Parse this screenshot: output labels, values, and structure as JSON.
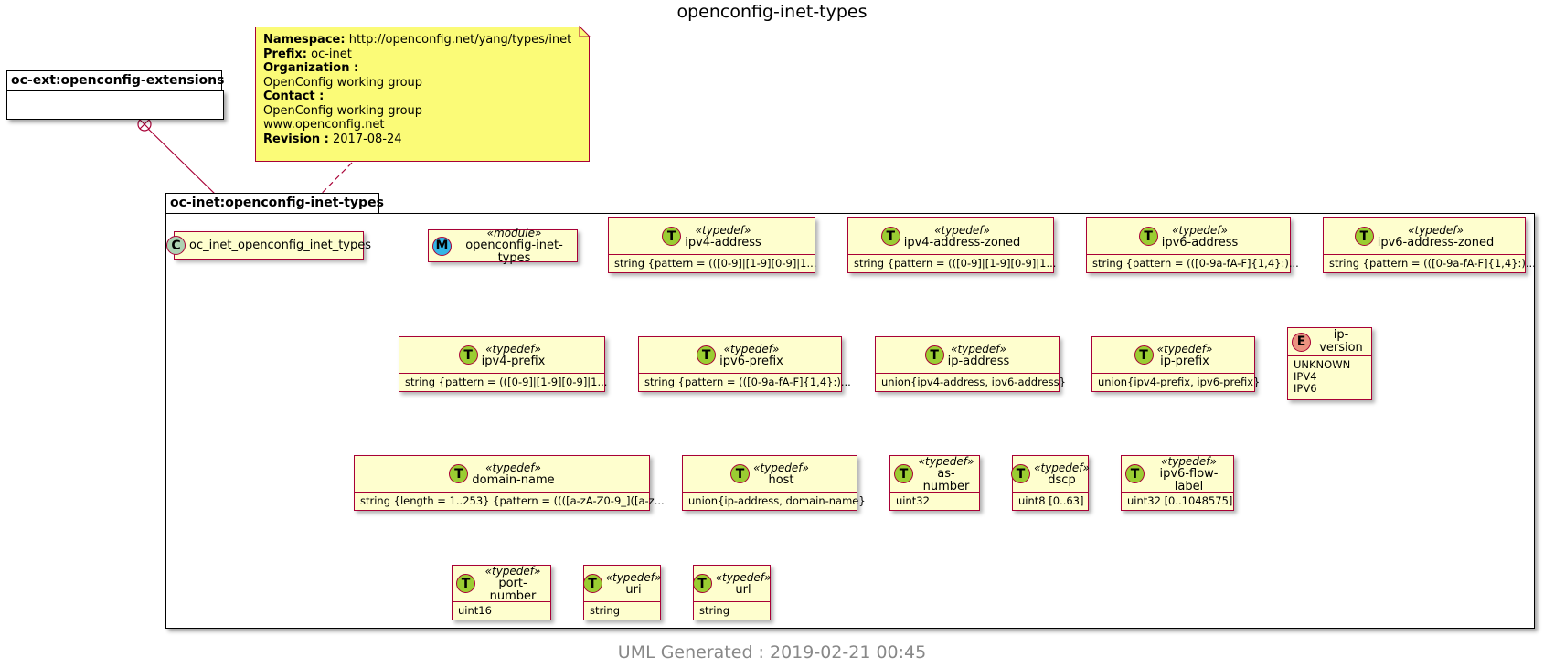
{
  "title": "openconfig-inet-types",
  "footer": "UML Generated : 2019-02-21 00:45",
  "colors": {
    "note_fill": "#fbfb77",
    "class_fill": "#fefece",
    "border": "#a80036",
    "typedef_spot": "#9acd32",
    "module_spot": "#33b5e5",
    "class_spot": "#add1b2",
    "enum_spot": "#eb937f"
  },
  "note": {
    "namespace_label": "Namespace:",
    "namespace": "http://openconfig.net/yang/types/inet",
    "prefix_label": "Prefix:",
    "prefix": "oc-inet",
    "organization_label": "Organization :",
    "organization": "OpenConfig working group",
    "contact_label": "Contact :",
    "contact_1": "OpenConfig working group",
    "contact_2": "www.openconfig.net",
    "revision_label": "Revision :",
    "revision": "2017-08-24"
  },
  "packages": {
    "ext": {
      "name": "oc-ext:openconfig-extensions"
    },
    "inet": {
      "name": "oc-inet:openconfig-inet-types"
    }
  },
  "classes": [
    {
      "id": "oc-inet-class",
      "spot": "C",
      "stereotype": "",
      "name": "oc_inet_openconfig_inet_types",
      "body": []
    },
    {
      "id": "module",
      "spot": "M",
      "stereotype": "«module»",
      "name": "openconfig-inet-types",
      "body": []
    },
    {
      "id": "ipv4-address",
      "spot": "T",
      "stereotype": "«typedef»",
      "name": "ipv4-address",
      "body": [
        "string {pattern = (([0-9]|[1-9][0-9]|1..."
      ]
    },
    {
      "id": "ipv4-address-zoned",
      "spot": "T",
      "stereotype": "«typedef»",
      "name": "ipv4-address-zoned",
      "body": [
        "string {pattern = (([0-9]|[1-9][0-9]|1..."
      ]
    },
    {
      "id": "ipv6-address",
      "spot": "T",
      "stereotype": "«typedef»",
      "name": "ipv6-address",
      "body": [
        "string {pattern = (([0-9a-fA-F]{1,4}:)..."
      ]
    },
    {
      "id": "ipv6-address-zoned",
      "spot": "T",
      "stereotype": "«typedef»",
      "name": "ipv6-address-zoned",
      "body": [
        "string {pattern = (([0-9a-fA-F]{1,4}:)..."
      ]
    },
    {
      "id": "ipv4-prefix",
      "spot": "T",
      "stereotype": "«typedef»",
      "name": "ipv4-prefix",
      "body": [
        "string {pattern = (([0-9]|[1-9][0-9]|1..."
      ]
    },
    {
      "id": "ipv6-prefix",
      "spot": "T",
      "stereotype": "«typedef»",
      "name": "ipv6-prefix",
      "body": [
        "string {pattern = (([0-9a-fA-F]{1,4}:)..."
      ]
    },
    {
      "id": "ip-address",
      "spot": "T",
      "stereotype": "«typedef»",
      "name": "ip-address",
      "body": [
        "union{ipv4-address, ipv6-address}"
      ]
    },
    {
      "id": "ip-prefix",
      "spot": "T",
      "stereotype": "«typedef»",
      "name": "ip-prefix",
      "body": [
        "union{ipv4-prefix, ipv6-prefix}"
      ]
    },
    {
      "id": "ip-version",
      "spot": "E",
      "stereotype": "",
      "name": "ip-version",
      "body": [
        "UNKNOWN",
        "IPV4",
        "IPV6"
      ]
    },
    {
      "id": "domain-name",
      "spot": "T",
      "stereotype": "«typedef»",
      "name": "domain-name",
      "body": [
        "string {length = 1..253} {pattern = ((([a-zA-Z0-9_]([a-z..."
      ]
    },
    {
      "id": "host",
      "spot": "T",
      "stereotype": "«typedef»",
      "name": "host",
      "body": [
        "union{ip-address, domain-name}"
      ]
    },
    {
      "id": "as-number",
      "spot": "T",
      "stereotype": "«typedef»",
      "name": "as-number",
      "body": [
        "uint32"
      ]
    },
    {
      "id": "dscp",
      "spot": "T",
      "stereotype": "«typedef»",
      "name": "dscp",
      "body": [
        "uint8 [0..63]"
      ]
    },
    {
      "id": "ipv6-flow-label",
      "spot": "T",
      "stereotype": "«typedef»",
      "name": "ipv6-flow-label",
      "body": [
        "uint32 [0..1048575]"
      ]
    },
    {
      "id": "port-number",
      "spot": "T",
      "stereotype": "«typedef»",
      "name": "port-number",
      "body": [
        "uint16"
      ]
    },
    {
      "id": "uri",
      "spot": "T",
      "stereotype": "«typedef»",
      "name": "uri",
      "body": [
        "string"
      ]
    },
    {
      "id": "url",
      "spot": "T",
      "stereotype": "«typedef»",
      "name": "url",
      "body": [
        "string"
      ]
    }
  ]
}
